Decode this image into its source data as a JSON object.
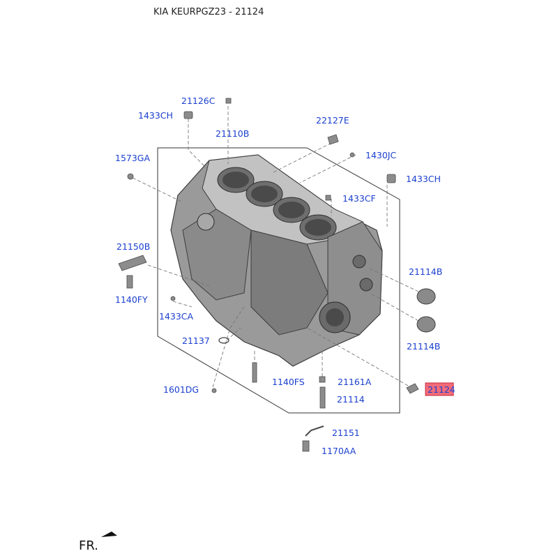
{
  "header": {
    "title": "KIA KEURPGZ23 - 21124"
  },
  "diagram": {
    "highlight_color": "#f26b7a",
    "parts": {
      "p21126c": "21126C",
      "p1433ch_top": "1433CH",
      "p22127e": "22127E",
      "p21110b": "21110B",
      "p1573ga": "1573GA",
      "p1430jc": "1430JC",
      "p1433ch_right": "1433CH",
      "p1433cf": "1433CF",
      "p21150b": "21150B",
      "p1140fy": "1140FY",
      "p21114b_top": "21114B",
      "p1433ca": "1433CA",
      "p21114b_bottom": "21114B",
      "p21137": "21137",
      "p1140fs": "1140FS",
      "p21161a": "21161A",
      "p21124": "21124",
      "p1601dg": "1601DG",
      "p21114": "21114",
      "p21151": "21151",
      "p1170aa": "1170AA"
    },
    "direction_label": "FR."
  }
}
